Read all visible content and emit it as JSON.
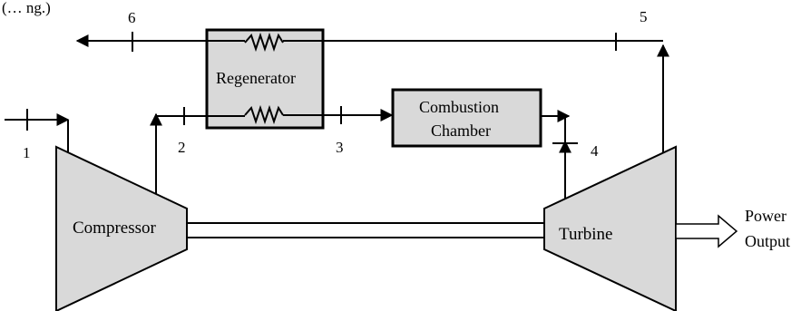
{
  "header_fragment": "(… ng.)",
  "components": {
    "regenerator": "Regenerator",
    "combustion_line1": "Combustion",
    "combustion_line2": "Chamber",
    "compressor": "Compressor",
    "turbine": "Turbine",
    "power_line1": "Power",
    "power_line2": "Output"
  },
  "state_points": {
    "p1": "1",
    "p2": "2",
    "p3": "3",
    "p4": "4",
    "p5": "5",
    "p6": "6"
  }
}
